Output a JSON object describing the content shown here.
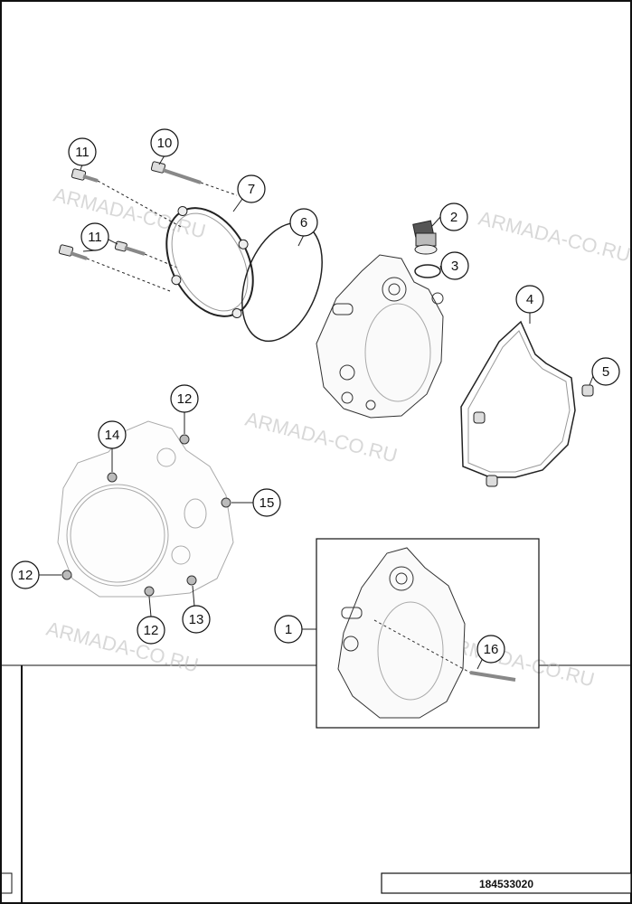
{
  "callouts": [
    {
      "id": "c1",
      "label": "1"
    },
    {
      "id": "c2",
      "label": "2"
    },
    {
      "id": "c3",
      "label": "3"
    },
    {
      "id": "c4",
      "label": "4"
    },
    {
      "id": "c5",
      "label": "5"
    },
    {
      "id": "c6",
      "label": "6"
    },
    {
      "id": "c7",
      "label": "7"
    },
    {
      "id": "c10",
      "label": "10"
    },
    {
      "id": "c11a",
      "label": "11"
    },
    {
      "id": "c11b",
      "label": "11"
    },
    {
      "id": "c12a",
      "label": "12"
    },
    {
      "id": "c12b",
      "label": "12"
    },
    {
      "id": "c12c",
      "label": "12"
    },
    {
      "id": "c13",
      "label": "13"
    },
    {
      "id": "c14",
      "label": "14"
    },
    {
      "id": "c15",
      "label": "15"
    },
    {
      "id": "c16",
      "label": "16"
    }
  ],
  "watermark": "ARMADA-CO.RU",
  "reference_number": "184533020"
}
